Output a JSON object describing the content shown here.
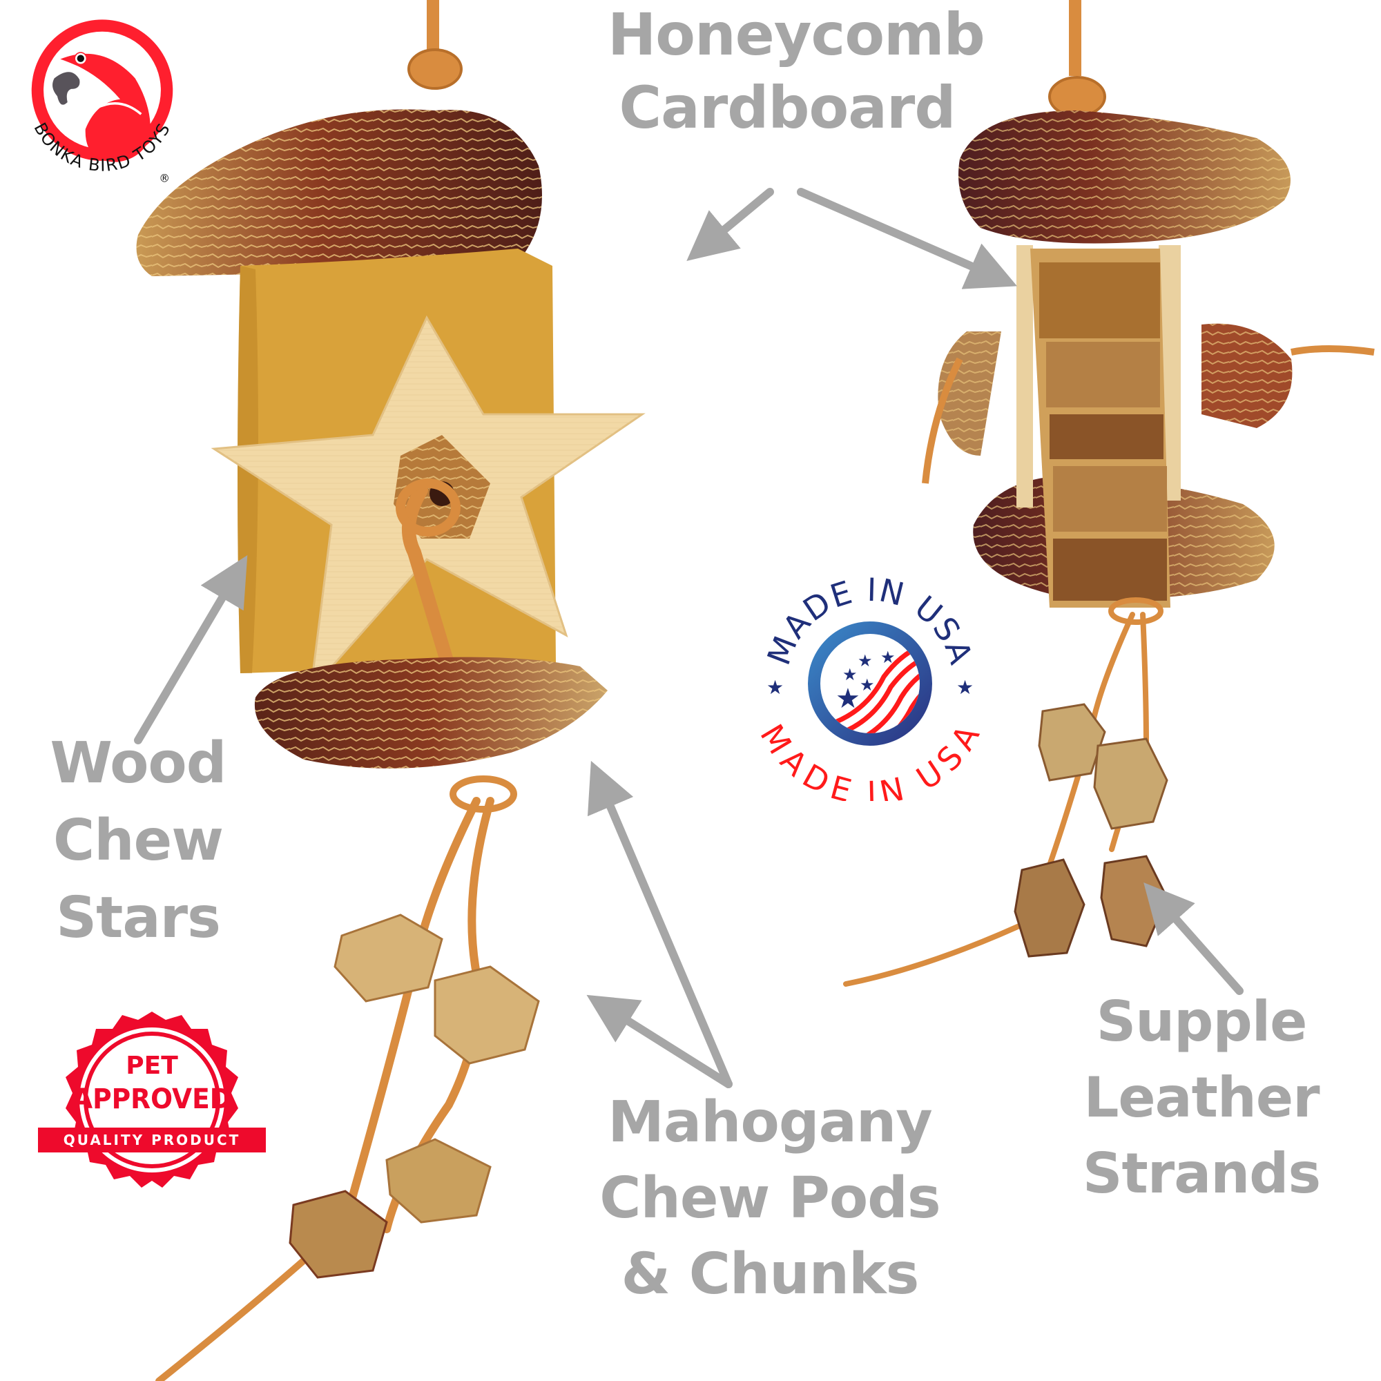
{
  "brand": {
    "name": "BONKA BIRD TOYS",
    "registered_mark": "®",
    "colors": {
      "red": "#ff1f2e",
      "beak": "#58535a",
      "white": "#ffffff"
    }
  },
  "labels": {
    "honeycomb": {
      "lines": [
        "Honeycomb",
        "Cardboard"
      ]
    },
    "wood_stars": {
      "lines": [
        "Wood",
        "Chew",
        "Stars"
      ]
    },
    "mahogany": {
      "lines": [
        "Mahogany",
        "Chew Pods",
        "& Chunks"
      ]
    },
    "leather": {
      "lines": [
        "Supple",
        "Leather",
        "Strands"
      ]
    },
    "color": "#a6a6a6"
  },
  "badges": {
    "made_in_usa": {
      "top_text": "MADE IN USA",
      "bottom_text": "MADE IN USA",
      "colors": {
        "navy": "#1f2f7a",
        "blue": "#2f5fb0",
        "red": "#ff1a1a"
      }
    },
    "pet_approved": {
      "line1": "PET",
      "line2": "APPROVED",
      "ribbon": "QUALITY PRODUCT",
      "color": "#ee0a2c"
    }
  },
  "product": {
    "colors": {
      "cardboard": "#d9a23a",
      "wood_star": "#f2d9a6",
      "pod_dark": "#6b2418",
      "pod_light": "#c99a55",
      "leather": "#d98c3f",
      "chunk": "#d7b377"
    }
  }
}
